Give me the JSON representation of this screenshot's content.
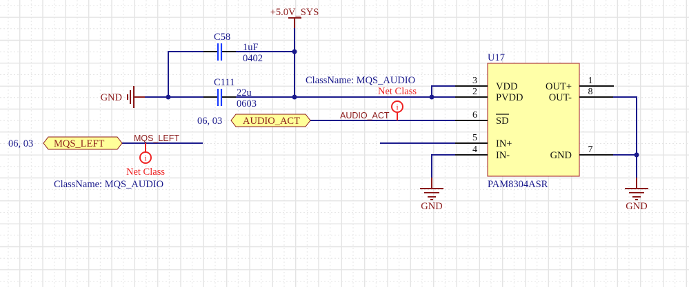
{
  "schematic": {
    "power_net": {
      "label": "+5.0V_SYS"
    },
    "gnd_left": {
      "label": "GND"
    },
    "gnd_ic": {
      "label": "GND"
    },
    "gnd_out": {
      "label": "GND"
    },
    "capacitors": [
      {
        "designator": "C58",
        "value": "1uF",
        "package": "0402"
      },
      {
        "designator": "C111",
        "value": "22u",
        "package": "0603"
      }
    ],
    "net_class_directives": [
      {
        "label": "Net Class",
        "classname": "ClassName: MQS_AUDIO",
        "icon": "info-icon",
        "glyph": "i"
      },
      {
        "label": "Net Class",
        "classname": "ClassName: MQS_AUDIO",
        "icon": "info-icon",
        "glyph": "i"
      }
    ],
    "ports": [
      {
        "name": "AUDIO_ACT",
        "sheet_ref": "06, 03"
      },
      {
        "name": "MQS_LEFT",
        "sheet_ref": "06, 03"
      }
    ],
    "net_labels": {
      "audio_act": "AUDIO_ACT",
      "mqs_left": "MQS_LEFT"
    },
    "ic": {
      "designator": "U17",
      "part": "PAM8304ASR",
      "pins_left": [
        {
          "number": "3",
          "name": "VDD"
        },
        {
          "number": "2",
          "name": "PVDD"
        },
        {
          "number": "6",
          "name": "SD",
          "overbar": true
        },
        {
          "number": "5",
          "name": "IN+"
        },
        {
          "number": "4",
          "name": "IN-"
        }
      ],
      "pins_right": [
        {
          "number": "1",
          "name": "OUT+"
        },
        {
          "number": "8",
          "name": "OUT-"
        },
        {
          "number": "7",
          "name": "GND"
        }
      ]
    }
  },
  "colors": {
    "wire": "#1a1a8c",
    "power": "#8b1a1a",
    "directive": "#ee2222",
    "port_fill": "#ffff99",
    "ic_fill": "#ffffa8",
    "ic_border": "#b04040",
    "grid": "#e4e4e4"
  }
}
